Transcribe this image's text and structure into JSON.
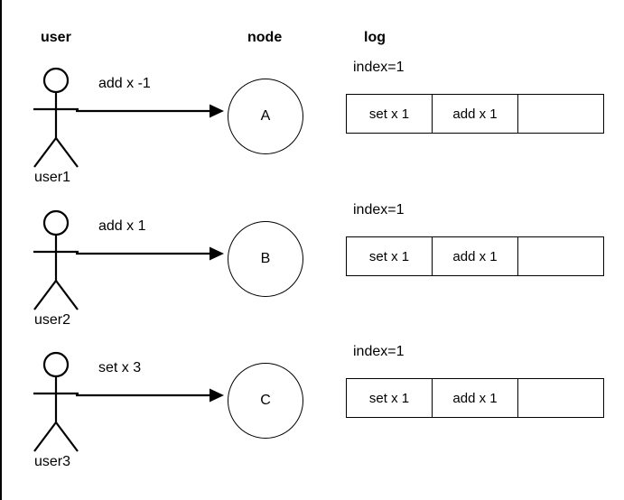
{
  "headers": {
    "user": "user",
    "node": "node",
    "log": "log"
  },
  "colors": {
    "stroke": "#000000",
    "background": "#ffffff",
    "text": "#000000"
  },
  "rows": [
    {
      "actor_label": "user1",
      "actor_icon": "stick-figure-icon",
      "edge_label": "add x -1",
      "node_label": "A",
      "log": {
        "index_label": "index=1",
        "cells": [
          "set x 1",
          "add x 1",
          ""
        ]
      }
    },
    {
      "actor_label": "user2",
      "actor_icon": "stick-figure-icon",
      "edge_label": "add x 1",
      "node_label": "B",
      "log": {
        "index_label": "index=1",
        "cells": [
          "set x 1",
          "add x 1",
          ""
        ]
      }
    },
    {
      "actor_label": "user3",
      "actor_icon": "stick-figure-icon",
      "edge_label": "set x 3",
      "node_label": "C",
      "log": {
        "index_label": "index=1",
        "cells": [
          "set x 1",
          "add x 1",
          ""
        ]
      }
    }
  ]
}
